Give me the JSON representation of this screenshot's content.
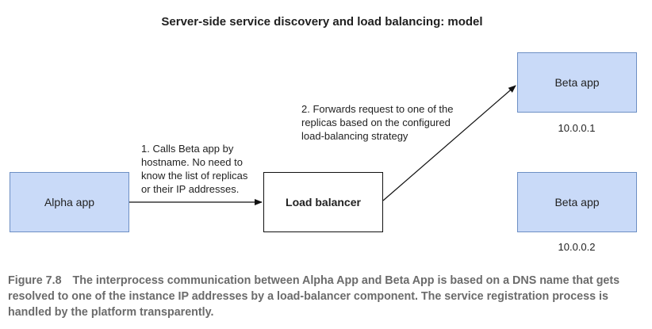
{
  "diagram": {
    "title": "Server-side service discovery and load balancing: model",
    "nodes": {
      "alpha": {
        "label": "Alpha app"
      },
      "load_balancer": {
        "label": "Load balancer"
      },
      "beta_1": {
        "label": "Beta app",
        "ip": "10.0.0.1"
      },
      "beta_2": {
        "label": "Beta app",
        "ip": "10.0.0.2"
      }
    },
    "edges": {
      "call": {
        "label": "1. Calls Beta app by\nhostname. No need to\nknow the list of replicas\nor their IP addresses."
      },
      "forward": {
        "label": "2. Forwards request to one of the\nreplicas based on the configured\nload-balancing strategy"
      }
    },
    "colors": {
      "app_fill": "#c9daf8",
      "app_border": "#6d8fc4",
      "line": "#111111",
      "caption_text": "#6b6b6b"
    }
  },
  "caption": {
    "figure_number": "Figure 7.8",
    "text": "The interprocess communication between Alpha App and Beta App is based on a DNS name that gets resolved to one of the instance IP addresses by a load-balancer component. The service registration process is handled by the platform transparently."
  }
}
